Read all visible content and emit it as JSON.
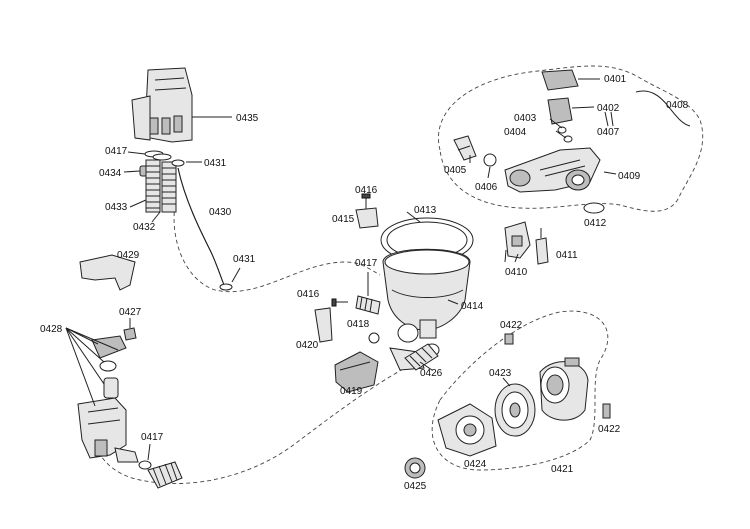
{
  "diagram": {
    "labels": {
      "l0401": "0401",
      "l0402": "0402",
      "l0403": "0403",
      "l0404": "0404",
      "l0405": "0405",
      "l0406": "0406",
      "l0407": "0407",
      "l0408": "0408",
      "l0409": "0409",
      "l0410": "0410",
      "l0411": "0411",
      "l0412": "0412",
      "l0413": "0413",
      "l0414": "0414",
      "l0415": "0415",
      "l0416a": "0416",
      "l0416b": "0416",
      "l0417a": "0417",
      "l0417b": "0417",
      "l0417c": "0417",
      "l0418": "0418",
      "l0419": "0419",
      "l0420": "0420",
      "l0421": "0421",
      "l0422a": "0422",
      "l0422b": "0422",
      "l0423": "0423",
      "l0424": "0424",
      "l0425": "0425",
      "l0426": "0426",
      "l0427": "0427",
      "l0428": "0428",
      "l0429": "0429",
      "l0430": "0430",
      "l0431a": "0431",
      "l0431b": "0431",
      "l0432": "0432",
      "l0433": "0433",
      "l0434": "0434",
      "l0435": "0435"
    }
  }
}
